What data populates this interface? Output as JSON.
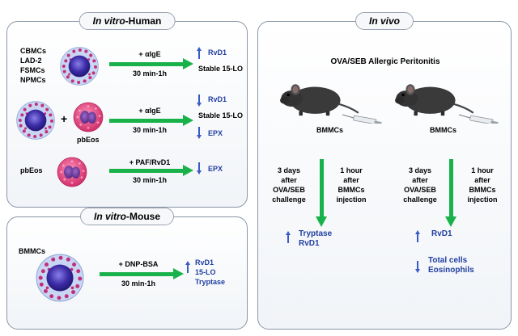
{
  "human_panel": {
    "title_italic": "In vitro",
    "title_rest": "-Human",
    "row1": {
      "cells": [
        "CBMCs",
        "LAD-2",
        "FSMCs",
        "NPMCs"
      ],
      "stimulus": "+ αIgE",
      "time": "30 min-1h",
      "result_1": "RvD1",
      "result_2": "Stable 15-LO"
    },
    "row2": {
      "plus": "+",
      "eos_label": "pbEos",
      "stimulus": "+ αIgE",
      "time": "30 min-1h",
      "result_1": "RvD1",
      "result_2": "Stable 15-LO",
      "result_3": "EPX"
    },
    "row3": {
      "cells": "pbEos",
      "stimulus": "+ PAF/RvD1",
      "time": "30 min-1h",
      "result_1": "EPX"
    }
  },
  "mouse_panel": {
    "title_italic": "In vitro",
    "title_rest": "-Mouse",
    "cells": "BMMCs",
    "stimulus": "+ DNP-BSA",
    "time": "30 min-1h",
    "results": [
      "RvD1",
      "15-LO",
      "Tryptase"
    ]
  },
  "vivo_panel": {
    "title": "In vivo",
    "model": "OVA/SEB Allergic Peritonitis",
    "left": {
      "injection": "BMMCs",
      "timing_left": [
        "3 days",
        "after",
        "OVA/SEB",
        "challenge"
      ],
      "timing_right": [
        "1 hour",
        "after",
        "BMMCs",
        "injection"
      ],
      "results": [
        "Tryptase",
        "RvD1"
      ]
    },
    "right": {
      "injection": "BMMCs",
      "timing_left": [
        "3 days",
        "after",
        "OVA/SEB",
        "challenge"
      ],
      "timing_right": [
        "1 hour",
        "after",
        "BMMCs",
        "injection"
      ],
      "result_up": "RvD1",
      "results_down": [
        "Total cells",
        "Eosinophils"
      ]
    }
  },
  "colors": {
    "arrow_green": "#19b24a",
    "result_blue": "#203fa0",
    "mast_cell_granule": "#c0307a",
    "mast_cell_nucleus": "#3b2ba6",
    "eosinophil_body": "#e0447e"
  }
}
